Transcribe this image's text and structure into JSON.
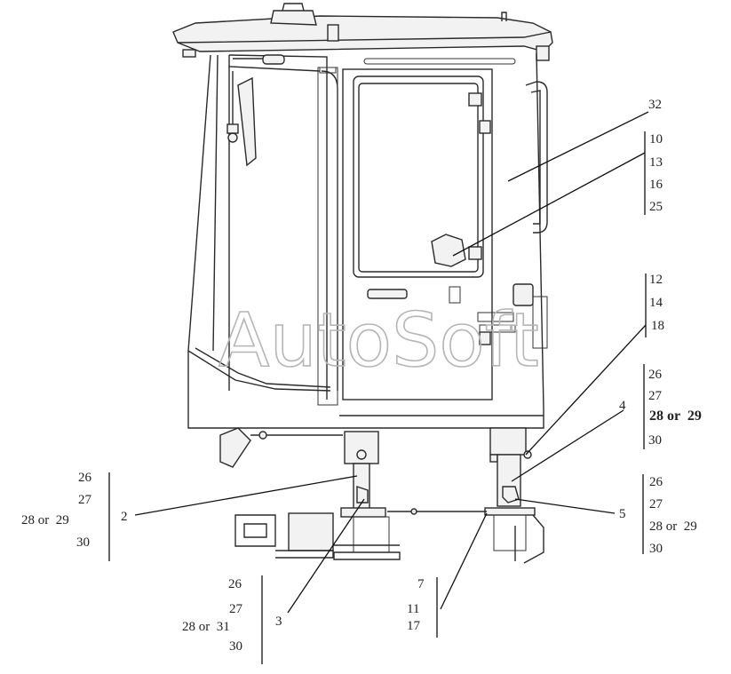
{
  "watermark": "AutoSoft",
  "callouts": {
    "c32": "32",
    "grp_10_25": [
      "10",
      "13",
      "16",
      "25"
    ],
    "grp_12_18": [
      "12",
      "14",
      "18"
    ],
    "c4": "4",
    "grp_26_30_right_a": [
      "26",
      "27",
      "28 or  29",
      "30"
    ],
    "c5": "5",
    "grp_26_30_right_b": [
      "26",
      "27",
      "28 or  29",
      "30"
    ],
    "grp_26_30_left": [
      "26",
      "27",
      "28 or  29",
      "30"
    ],
    "c2": "2",
    "grp_26_30_bottom": [
      "26",
      "27",
      "28 or  31",
      "30"
    ],
    "c3": "3",
    "grp_7_17": [
      "7",
      "11",
      "17"
    ]
  }
}
